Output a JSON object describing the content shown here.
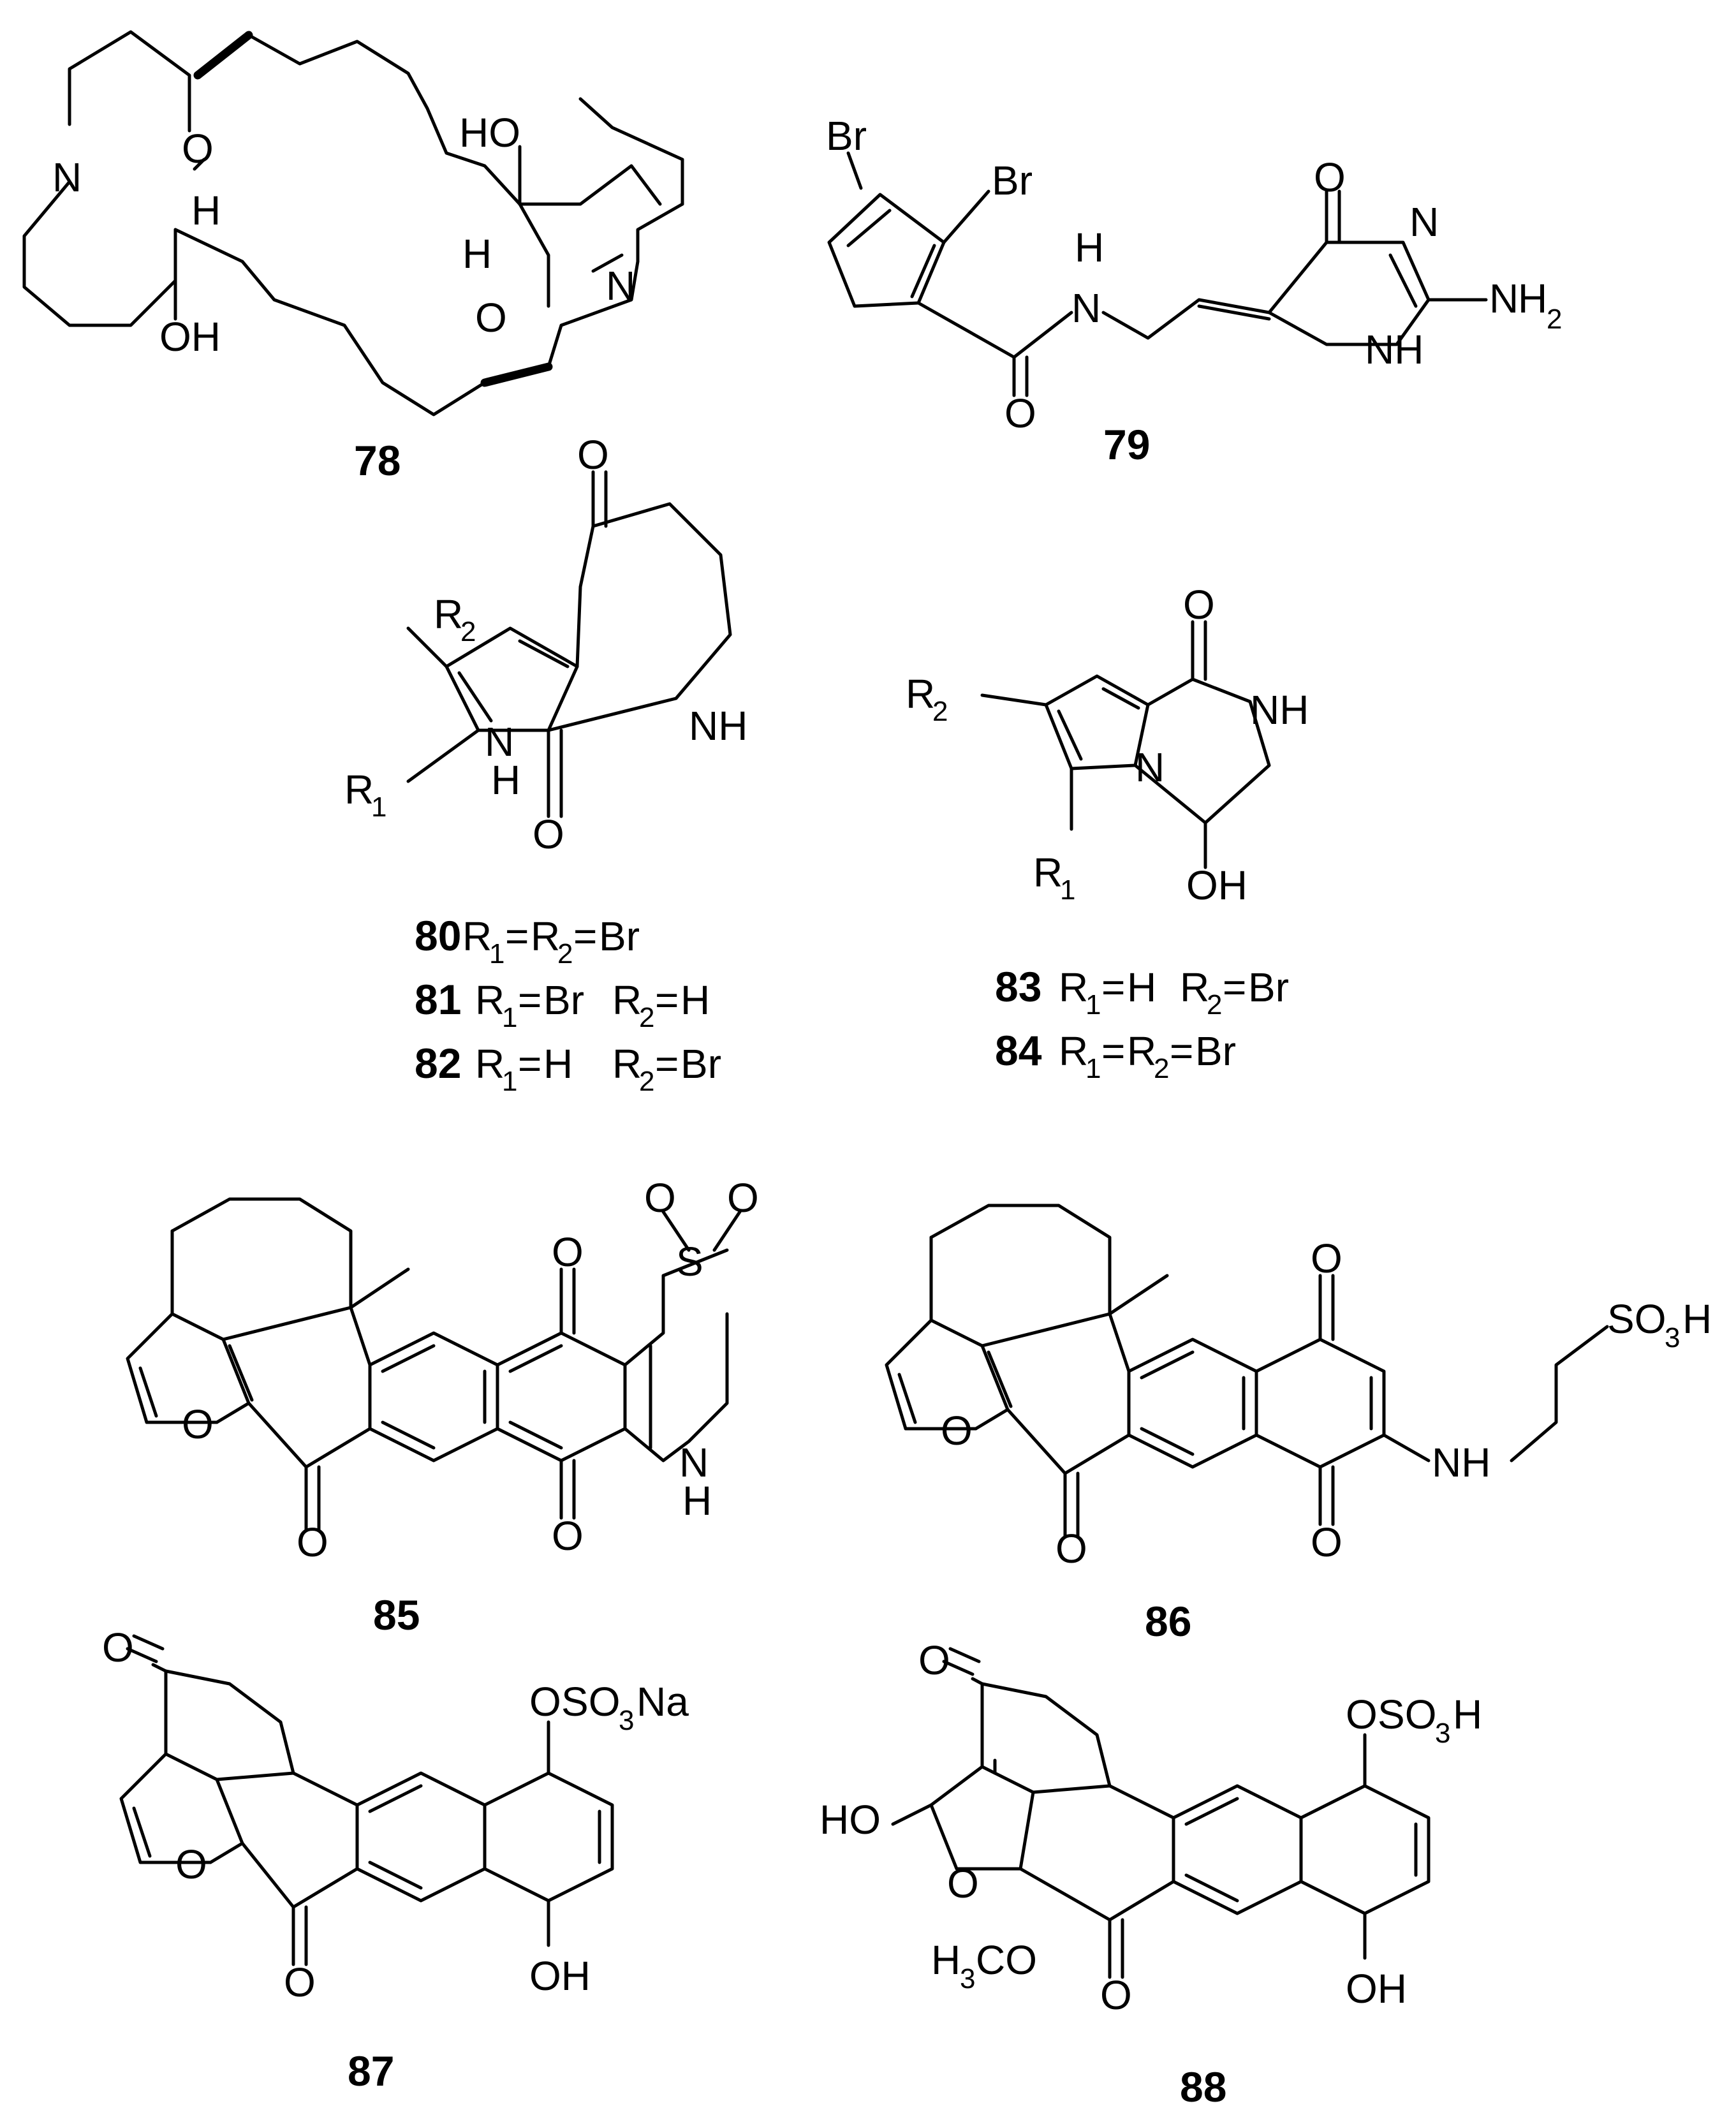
{
  "compounds": [
    {
      "id": "78"
    },
    {
      "id": "79"
    },
    {
      "id": "80",
      "r1": "Br",
      "r2": "Br",
      "equal": true
    },
    {
      "id": "81",
      "r1": "Br",
      "r2": "H"
    },
    {
      "id": "82",
      "r1": "H",
      "r2": "Br"
    },
    {
      "id": "83",
      "r1": "H",
      "r2": "Br"
    },
    {
      "id": "84",
      "r1": "Br",
      "r2": "Br",
      "equal": true
    },
    {
      "id": "85"
    },
    {
      "id": "86"
    },
    {
      "id": "87"
    },
    {
      "id": "88"
    }
  ],
  "atoms": {
    "N": "N",
    "O": "O",
    "H": "H",
    "HO": "HO",
    "OH": "OH",
    "Br": "Br",
    "NH": "NH",
    "R": "R",
    "one": "1",
    "two": "2",
    "three": "3",
    "S": "S",
    "SO": "SO",
    "Na": "Na",
    "CO": "CO",
    "eq": "="
  }
}
